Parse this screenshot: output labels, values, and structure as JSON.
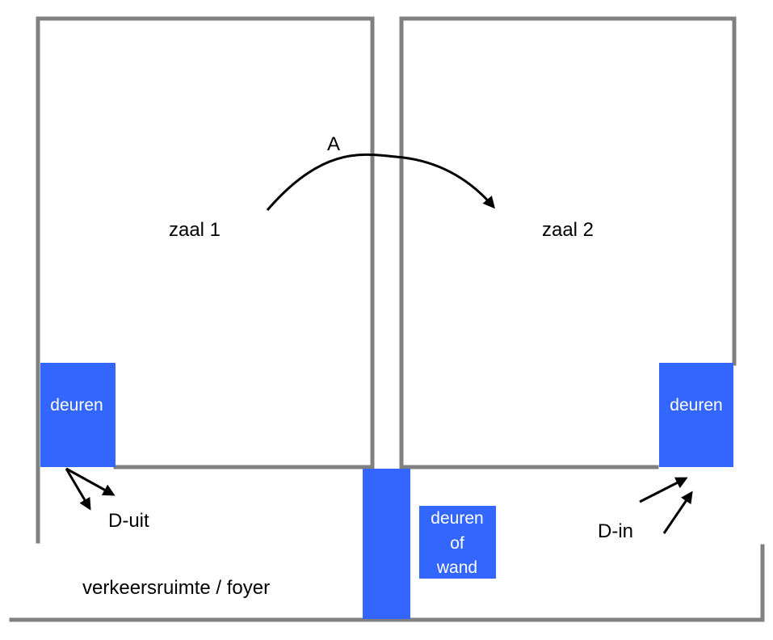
{
  "colors": {
    "wall": "#808080",
    "door": "#3366ff",
    "text": "#000000",
    "door_text": "#ffffff"
  },
  "rooms": {
    "room1": "zaal 1",
    "room2": "zaal 2"
  },
  "labels": {
    "flow_a": "A",
    "exit": "D-uit",
    "entry": "D-in",
    "corridor": "verkeersruimte / foyer"
  },
  "doors": {
    "left": "deuren",
    "right": "deuren",
    "middle_line1": "deuren",
    "middle_line2": "of",
    "middle_line3": "wand"
  }
}
